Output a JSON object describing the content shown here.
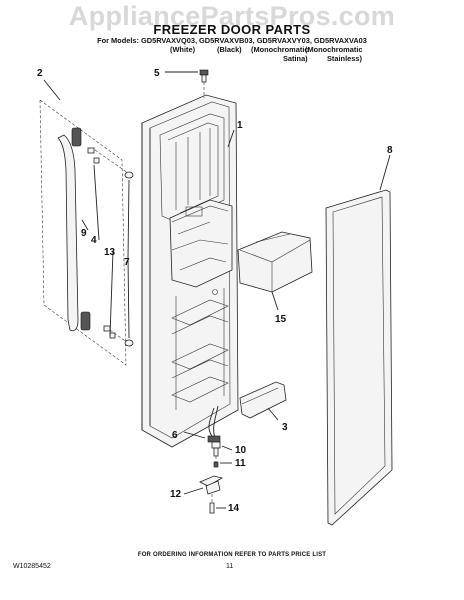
{
  "watermark": "AppliancePartsPros.com",
  "header": {
    "title": "FREEZER DOOR PARTS",
    "models_line": "For Models: GD5RVAXVQ03, GD5RVAXVB03, GD5RVAXVY03, GD5RVAXVA03",
    "variants": [
      "(White)",
      "(Black)",
      "(Monochromatic",
      "(Monochromatic",
      "Satina)",
      "Stainless)"
    ]
  },
  "callouts": [
    "1",
    "2",
    "3",
    "4",
    "5",
    "6",
    "7",
    "8",
    "9",
    "10",
    "11",
    "12",
    "13",
    "14",
    "15"
  ],
  "footer": {
    "ordering_note": "FOR ORDERING INFORMATION REFER TO PARTS PRICE LIST",
    "doc_number": "W10285452",
    "page_number": "11"
  }
}
